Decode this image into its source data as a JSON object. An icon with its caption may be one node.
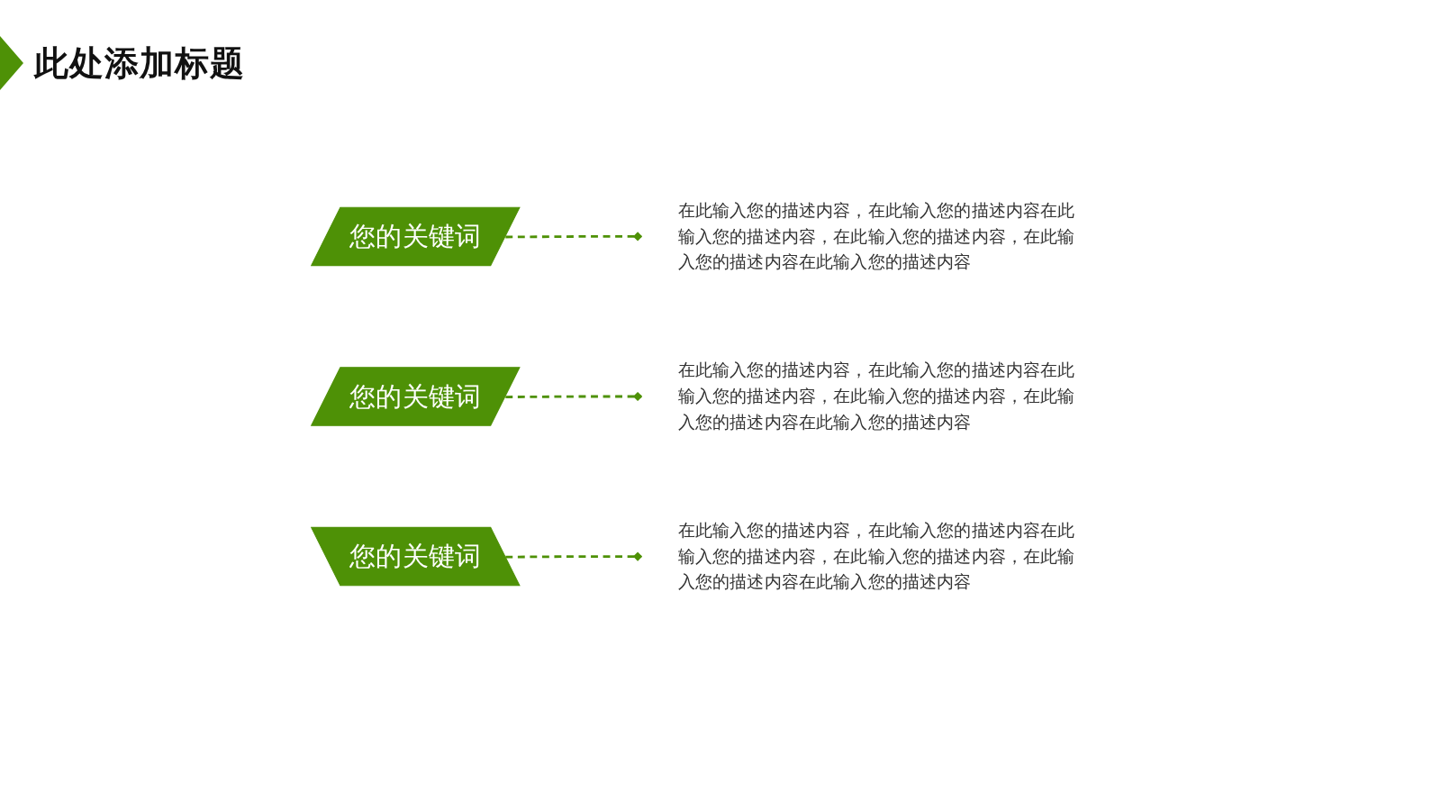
{
  "diagram": {
    "title": "此处添加标题",
    "nodes": [
      {
        "text": [
          "您的关键词"
        ]
      },
      {
        "text": [
          "在此输入您的描述内容，在此输入您的描述内容在此输入您的描述内容，在此输入您的描述内容，在此输入您的描述内容在此输入您的描述内容"
        ]
      },
      {
        "text": [
          "您的关键词"
        ]
      },
      {
        "text": [
          "在此输入您的描述内容，在此输入您的描述内容在此输入您的描述内容，在此输入您的描述内容，在此输入您的描述内容在此输入您的描述内容"
        ]
      },
      {
        "text": [
          "您的关键词"
        ]
      },
      {
        "text": [
          "在此输入您的描述内容，在此输入您的描述内容在此输入您的描述内容，在此输入您的描述内容，在此输入您的描述内容在此输入您的描述内容"
        ]
      }
    ],
    "edges": [
      {
        "from": 0,
        "to": 1,
        "arrow": "other",
        "style": "dashed"
      },
      {
        "from": 2,
        "to": 3,
        "arrow": "other",
        "style": "dashed"
      },
      {
        "from": 4,
        "to": 5,
        "arrow": "other",
        "style": "dashed"
      }
    ]
  }
}
